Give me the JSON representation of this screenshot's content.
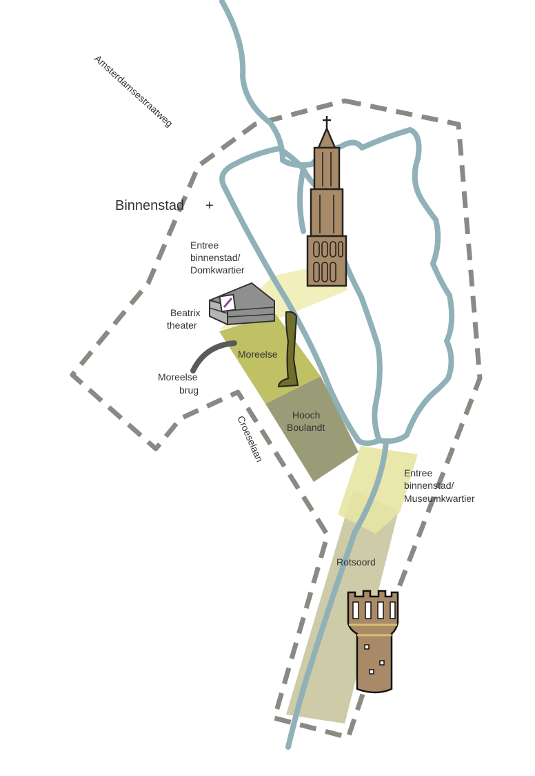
{
  "map": {
    "district_label": "Binnenstad",
    "district_marker": "+",
    "streets": {
      "amsterdamsestraatweg": "Amsterdamsestraatweg",
      "croeselaan": "Croeselaan"
    },
    "areas": {
      "moreelse": "Moreelse",
      "hooch_line1": "Hooch",
      "hooch_line2": "Boulandt",
      "rotsoord": "Rotsoord"
    },
    "entrances": {
      "dom": [
        "Entree",
        "binnenstad/",
        "Domkwartier"
      ],
      "museum": [
        "Entree",
        "binnenstad/",
        "Museumkwartier"
      ]
    },
    "landmarks": {
      "beatrix": [
        "Beatrix",
        "theater"
      ],
      "moreelse_brug": [
        "Moreelse",
        "brug"
      ]
    },
    "icons": [
      "dom-tower-icon",
      "beatrix-theater-icon",
      "leg-sculpture-icon",
      "water-tower-icon"
    ],
    "colors": {
      "water": "#8fb1b7",
      "boundary": "#8a8a84",
      "entrance_zone": "#f0edb4",
      "moreelse_zone": "#c0c064",
      "hooch_zone": "#9a9c78",
      "rotsoord_zone": "#cdcba8",
      "tower_brown": "#a88a68"
    }
  }
}
